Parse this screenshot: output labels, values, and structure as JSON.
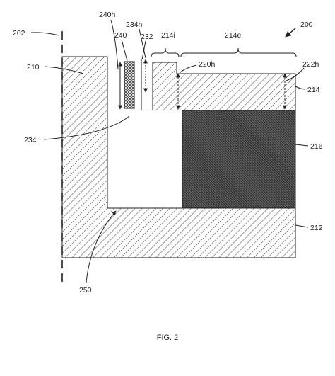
{
  "figure": {
    "caption": "FIG. 2",
    "labels": {
      "ref_200": "200",
      "ref_202": "202",
      "ref_210": "210",
      "ref_212": "212",
      "ref_214": "214",
      "ref_214i": "214i",
      "ref_214e": "214e",
      "ref_216": "216",
      "ref_220h": "220h",
      "ref_222h": "222h",
      "ref_232": "232",
      "ref_234": "234",
      "ref_234h": "234h",
      "ref_240": "240",
      "ref_240h": "240h",
      "ref_250": "250"
    },
    "colors": {
      "line": "#222222",
      "hatch": "#444444",
      "dense_fill": "#333333",
      "background": "#ffffff"
    }
  }
}
